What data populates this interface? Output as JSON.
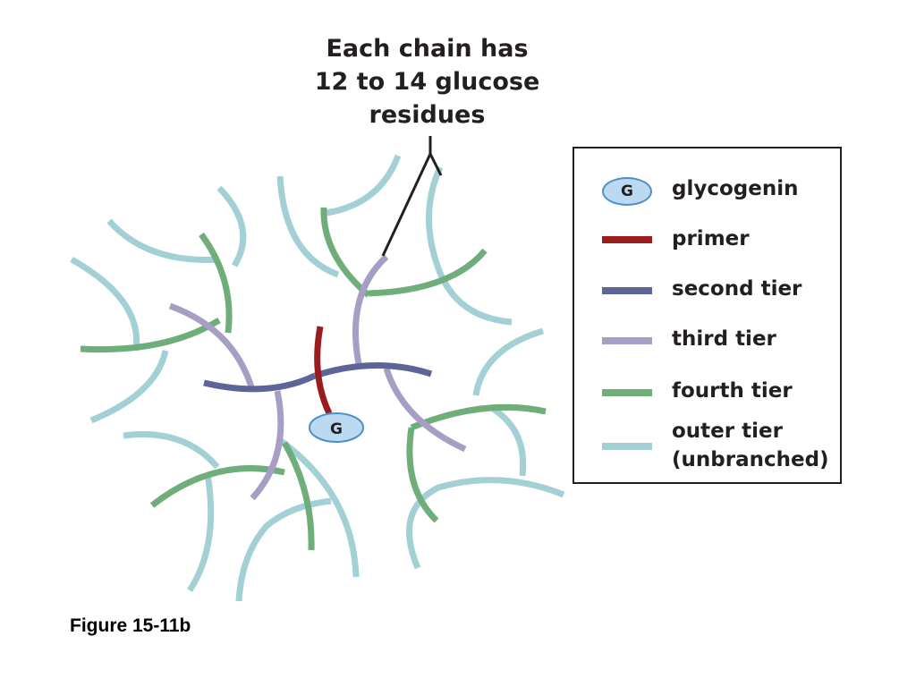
{
  "callout": {
    "lines": [
      "Each chain has",
      "12 to 14 glucose",
      "residues"
    ]
  },
  "center_node": {
    "label": "G"
  },
  "legend": {
    "items": [
      {
        "key": "glycogenin",
        "label": "glycogenin",
        "symbol": "G",
        "color": "#bcd9f2"
      },
      {
        "key": "primer",
        "label": "primer",
        "color": "#9b1c1f"
      },
      {
        "key": "second",
        "label": "second tier",
        "color": "#5d6498"
      },
      {
        "key": "third",
        "label": "third tier",
        "color": "#a79ec5"
      },
      {
        "key": "fourth",
        "label": "fourth tier",
        "color": "#6fae7b"
      },
      {
        "key": "outer",
        "label": "outer tier",
        "label2": "(unbranched)",
        "color": "#a3d0d5"
      }
    ]
  },
  "figure_label": "Figure 15-11b",
  "colors": {
    "primer": "#9b1c1f",
    "second": "#5d6498",
    "third": "#a79ec5",
    "fourth": "#6fae7b",
    "outer": "#a3d0d5",
    "glycogenin_fill": "#bcd9f2",
    "glycogenin_stroke": "#4f8fc9",
    "text": "#231f20"
  }
}
